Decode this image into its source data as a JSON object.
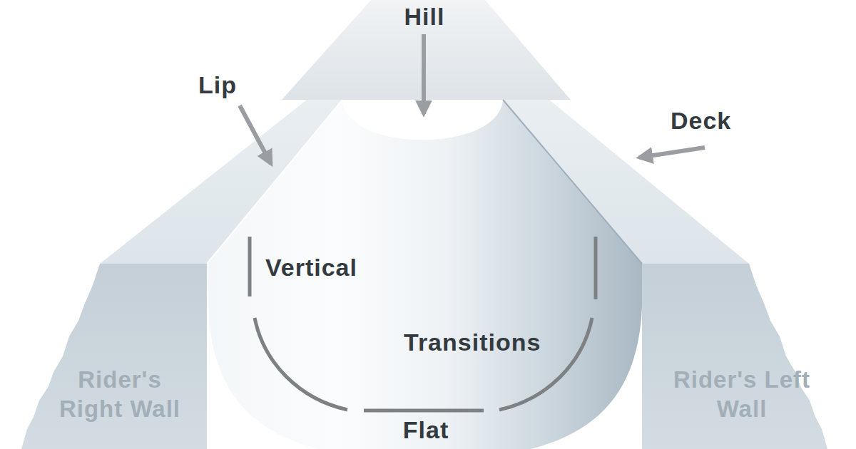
{
  "diagram": {
    "labels": [
      "Hill",
      "Lip",
      "Deck",
      "Vertical",
      "Transitions",
      "Rider's Right Wall",
      "Rider's Left Wall",
      "Flat"
    ]
  }
}
